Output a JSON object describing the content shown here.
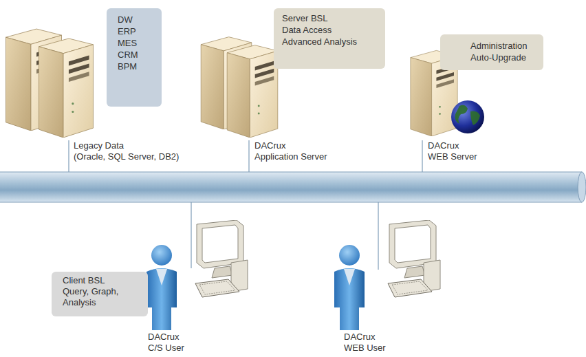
{
  "diagram": {
    "nodes": [
      {
        "text": [
          "DW",
          "ERP",
          "MES",
          "CRM",
          "BPM"
        ]
      },
      {
        "text": [
          "Server BSL",
          "Data Access",
          "Advanced Analysis"
        ]
      },
      {
        "text": [
          "Administration",
          "Auto-Upgrade"
        ]
      },
      {
        "text": [
          "Client BSL",
          "Query, Graph, Analysis"
        ]
      }
    ],
    "labels": [
      "Legacy Data",
      "(Oracle, SQL Server, DB2)",
      "DACrux",
      "Application Server",
      "DACrux",
      "WEB Server",
      "DACrux",
      "C/S User",
      "DACrux",
      "WEB User"
    ]
  }
}
